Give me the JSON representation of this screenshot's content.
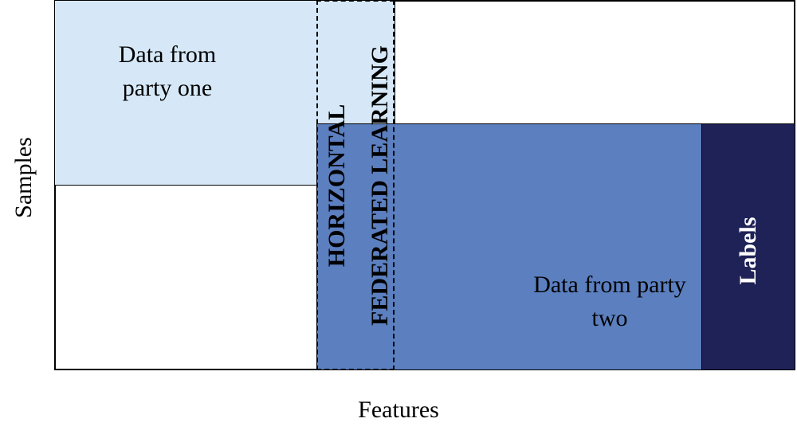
{
  "diagram": {
    "party_one_label": "Data from party one",
    "party_two_label": "Data from party two",
    "labels_label": "Labels",
    "overlap_label_line1": "HORIZONTAL",
    "overlap_label_line2": "FEDERATED LEARNING",
    "y_axis_label": "Samples",
    "x_axis_label": "Features"
  },
  "colors": {
    "party_one_fill": "#d6e8f7",
    "party_two_fill": "#5b7fbf",
    "labels_fill": "#1f2257"
  }
}
